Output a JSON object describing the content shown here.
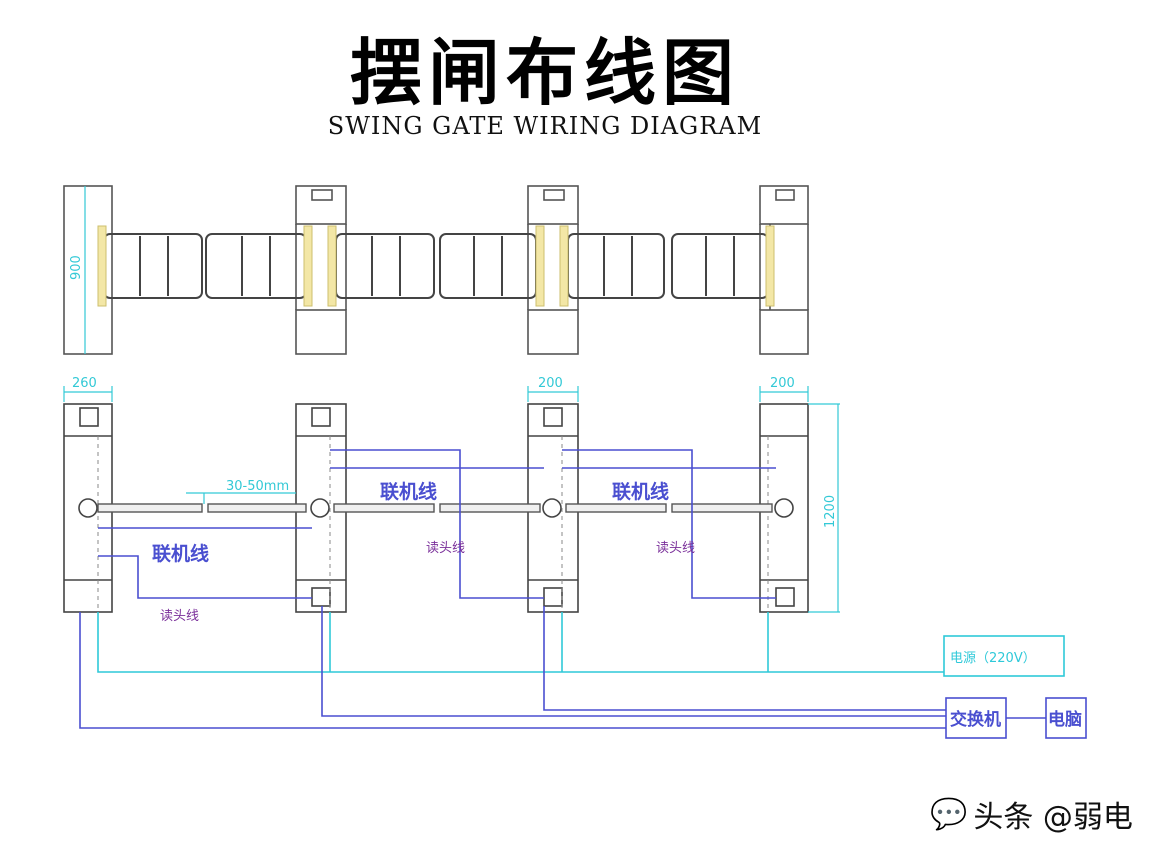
{
  "title_cn": "摆闸布线图",
  "title_en": "SWING GATE WIRING DIAGRAM",
  "labels": {
    "top_height": "900",
    "dim_width_1": "260",
    "dim_width_2": "200",
    "dim_width_3": "200",
    "dim_height": "1200",
    "gap": "30-50mm",
    "link_cable_1": "联机线",
    "link_cable_2": "联机线",
    "link_cable_3": "联机线",
    "reader_cable_1": "读头线",
    "reader_cable_2": "读头线",
    "reader_cable_3": "读头线",
    "power": "电源（220V）",
    "switch": "交换机",
    "computer": "电脑"
  },
  "watermark": {
    "icon": "chat-bubble-icon",
    "text": "头条 @弱电"
  },
  "colors": {
    "blue": "#4a4fd0",
    "cyan": "#2fc9d9",
    "purple": "#7a2f9a",
    "flap": "#f3e7a6"
  }
}
